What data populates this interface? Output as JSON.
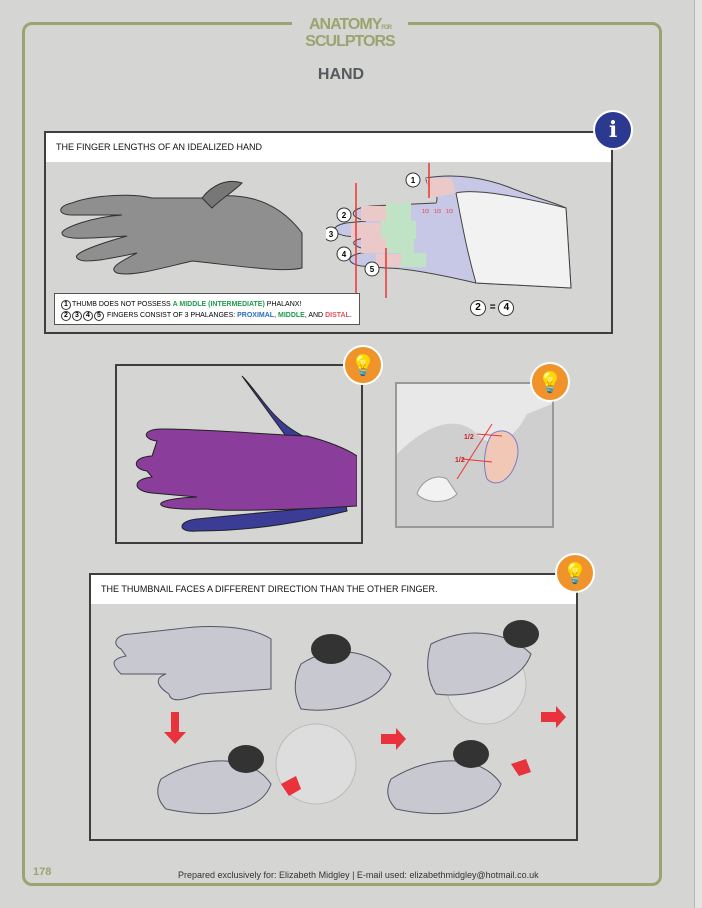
{
  "logo": {
    "line1": "ANATOMY",
    "for": "FOR",
    "line2": "SCULPTORS"
  },
  "title": "HAND",
  "panel1": {
    "header": "THE FINGER LENGTHS OF AN IDEALIZED HAND",
    "note_line1_pre": "THUMB DOES NOT POSSESS ",
    "note_line1_green": "A MIDDLE (INTERMEDIATE)",
    "note_line1_post": " PHALANX!",
    "note_line2_pre": "FINGERS CONSIST OF 3 PHALANGES: ",
    "proximal": "PROXIMAL",
    "middle": "MIDDLE",
    "and": ", AND ",
    "distal": "DISTAL",
    "numbers": [
      "1",
      "2",
      "3",
      "4",
      "5"
    ],
    "fractions": [
      "1/3",
      "1/3",
      "1/3"
    ],
    "equation": {
      "left": "2",
      "op": "=",
      "right": "4"
    }
  },
  "panel3": {
    "labels": [
      "1/2",
      "1/2"
    ]
  },
  "panel4": {
    "header": "THE THUMBNAIL FACES A DIFFERENT DIRECTION THAN THE OTHER FINGER."
  },
  "footer": {
    "page_number": "178",
    "text": "Prepared exclusively for: Elizabeth Midgley | E-mail used: elizabethmidgley@hotmail.co.uk"
  },
  "colors": {
    "accent": "#9ba46f",
    "info": "#2b3990",
    "tip": "#f0932b"
  }
}
